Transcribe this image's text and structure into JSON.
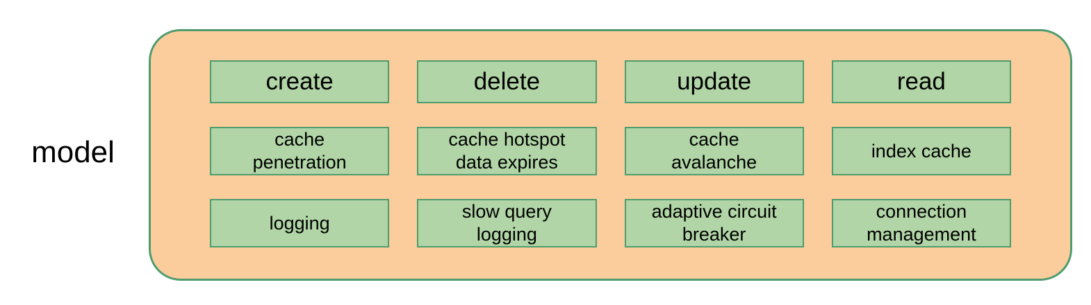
{
  "diagram": {
    "label": "model",
    "rows": [
      {
        "cells": [
          "create",
          "delete",
          "update",
          "read"
        ]
      },
      {
        "cells": [
          "cache\npenetration",
          "cache hotspot\ndata expires",
          "cache\navalanche",
          "index cache"
        ]
      },
      {
        "cells": [
          "logging",
          "slow query\nlogging",
          "adaptive circuit\nbreaker",
          "connection\nmanagement"
        ]
      }
    ]
  },
  "colors": {
    "container_fill": "#FBCD9C",
    "container_border": "#4E9C6E",
    "node_fill": "#B1D5A6",
    "node_border": "#4E9C6E",
    "text": "#000000",
    "background": "#FFFFFF"
  }
}
